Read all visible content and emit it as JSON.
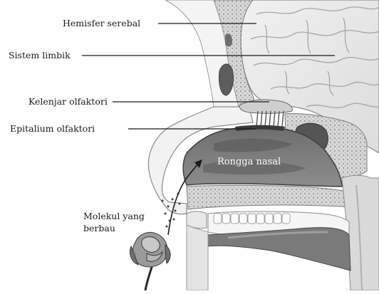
{
  "labels": {
    "hemisfer": "Hemisfer serebal",
    "limbik": "Sistem limbik",
    "kelenjar": "Kelenjar olfaktori",
    "epitalium": "Epitalium olfaktori",
    "rongga": "Rongga nasal",
    "molekul_1": "Molekul yang",
    "molekul_2": "berbau"
  }
}
